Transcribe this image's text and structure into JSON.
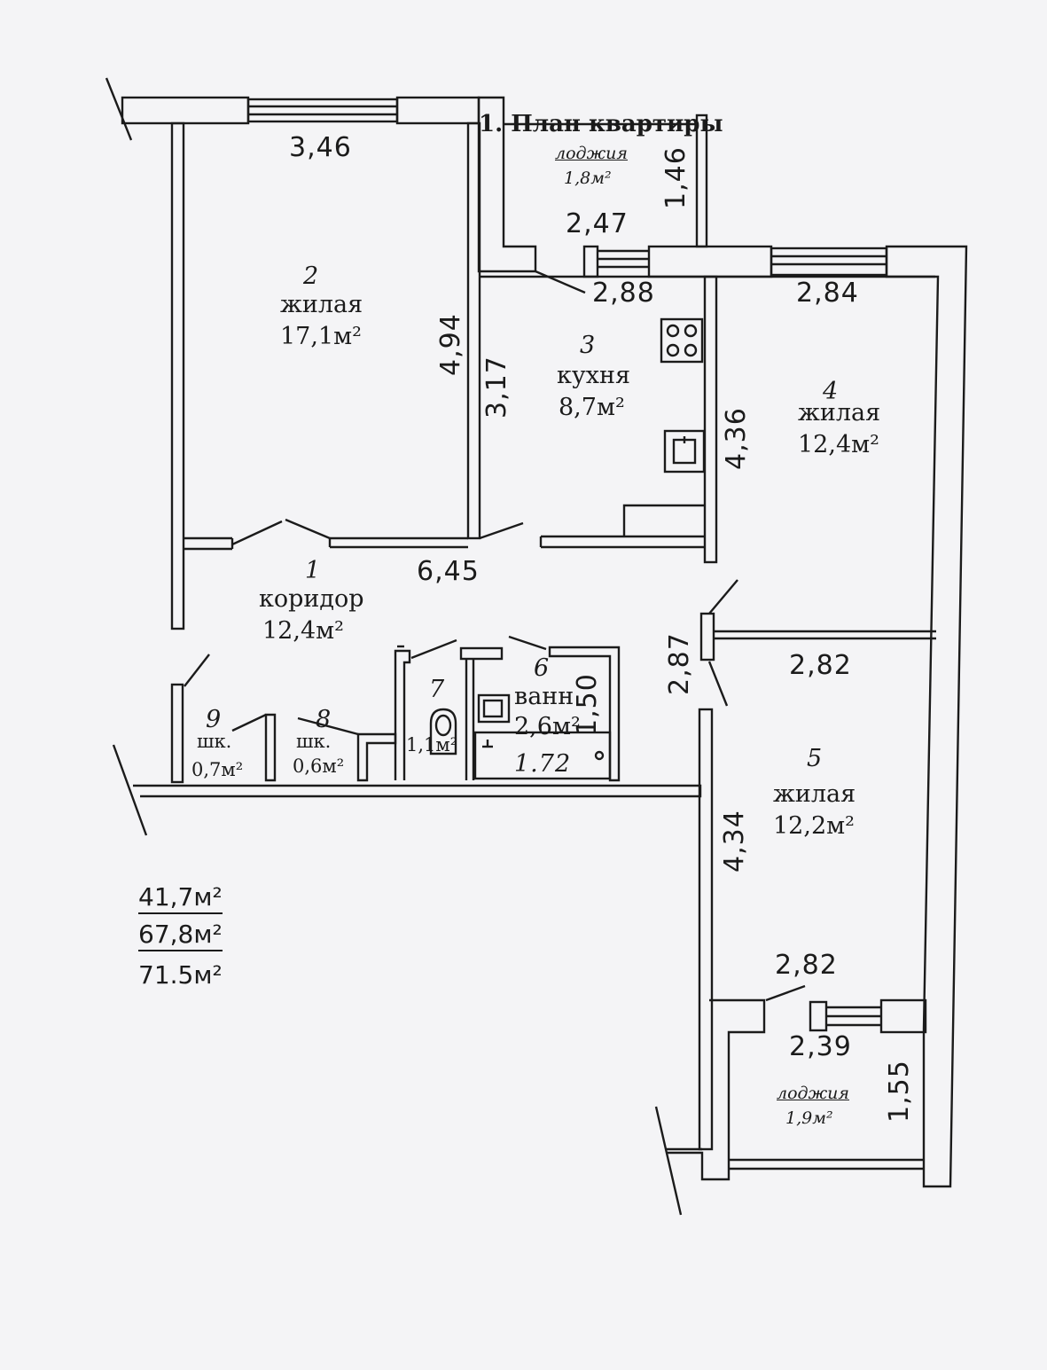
{
  "title": "1. План квартиры",
  "rooms": [
    {
      "number": "1",
      "name": "коридор",
      "area": "12,4м²"
    },
    {
      "number": "2",
      "name": "жилая",
      "area": "17,1м²"
    },
    {
      "number": "3",
      "name": "кухня",
      "area": "8,7м²"
    },
    {
      "number": "4",
      "name": "жилая",
      "area": "12,4м²"
    },
    {
      "number": "5",
      "name": "жилая",
      "area": "12,2м²"
    },
    {
      "number": "6",
      "name": "ванн",
      "area": "2,6м²"
    },
    {
      "number": "7",
      "name": "",
      "area": "1,1м²"
    },
    {
      "number": "8",
      "name": "шк.",
      "area": "0,6м²"
    },
    {
      "number": "9",
      "name": "шк.",
      "area": "0,7м²"
    }
  ],
  "loggias": [
    {
      "name": "лоджия",
      "area": "1,8м²"
    },
    {
      "name": "лоджия",
      "area": "1,9м²"
    }
  ],
  "dimensions": {
    "room2_top": "3,46",
    "room2_side": "4,94",
    "loggia1_side": "1,46",
    "loggia1_bottom": "2,47",
    "kitchen_top": "2,88",
    "room4_top": "2,84",
    "kitchen_side": "3,17",
    "room4_side": "4,36",
    "corridor_len": "6,45",
    "corridor_side": "2,87",
    "room5_top": "2,82",
    "bath_side": "1,50",
    "bath_len": "1.72",
    "room5_side": "4,34",
    "room5_bottom": "2,82",
    "loggia2_top": "2,39",
    "loggia2_side": "1,55"
  },
  "totals": [
    "41,7м²",
    "67,8м²",
    "71.5м²"
  ]
}
